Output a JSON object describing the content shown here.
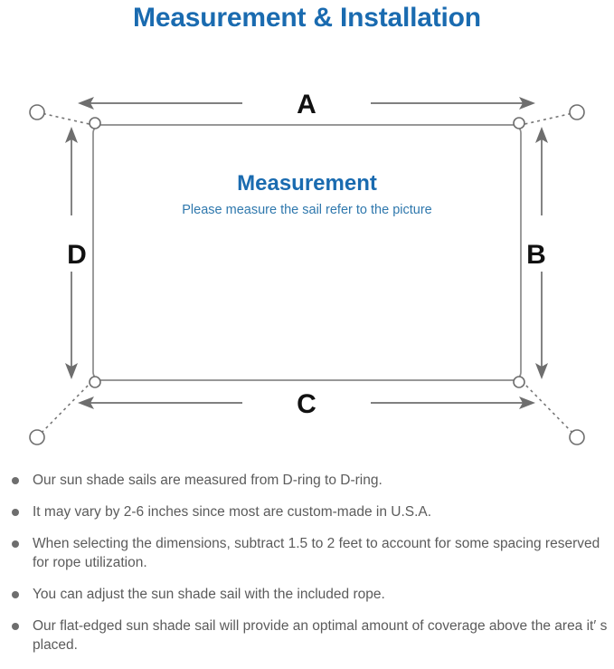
{
  "page": {
    "title": "Measurement & Installation",
    "title_color": "#1a6bb0",
    "background": "#ffffff"
  },
  "diagram": {
    "type": "measurement-diagram",
    "center": {
      "heading": "Measurement",
      "subheading": "Please measure the sail refer to the picture",
      "heading_color": "#1a6bb0",
      "subheading_color": "#2f78ad"
    },
    "line_color": "#8a8a8a",
    "arrow_color": "#6e6e6e",
    "label_color": "#111111",
    "dimension_labels": [
      {
        "id": "A",
        "label": "A",
        "side": "top"
      },
      {
        "id": "B",
        "label": "B",
        "side": "right"
      },
      {
        "id": "C",
        "label": "C",
        "side": "bottom"
      },
      {
        "id": "D",
        "label": "D",
        "side": "left"
      }
    ],
    "sail": {
      "shape": "rectangle",
      "corner_hardware": "d-ring",
      "d_ring_count": 4
    },
    "anchors": {
      "count": 4,
      "connector": "dotted-rope-line"
    }
  },
  "notes": [
    {
      "text": "Our sun shade sails are measured from D-ring to D-ring."
    },
    {
      "text": "It may vary by 2-6 inches since most are custom-made in U.S.A."
    },
    {
      "text": "When selecting the dimensions, subtract 1.5 to 2 feet to account for some spacing reserved for rope utilization."
    },
    {
      "text": "You can adjust the sun shade sail with the included rope."
    },
    {
      "text": "Our flat-edged sun shade sail will provide an optimal amount of coverage above the area it′ s placed."
    }
  ]
}
